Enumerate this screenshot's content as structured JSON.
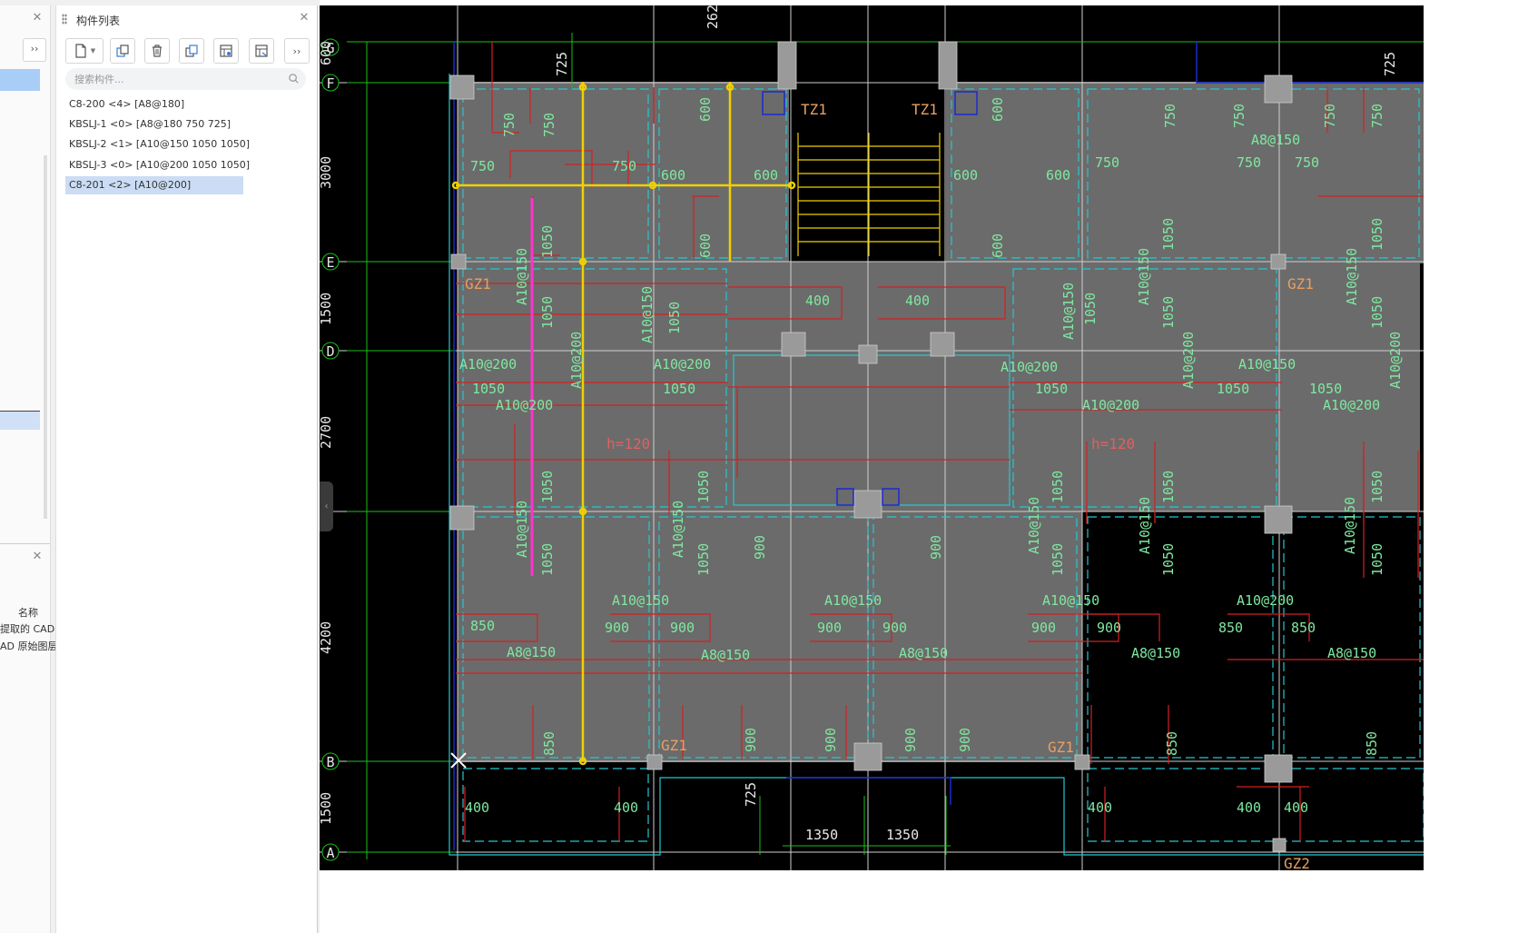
{
  "component_panel": {
    "title": "构件列表",
    "search_placeholder": "搜索构件...",
    "more_label": "››",
    "items": [
      {
        "label": "C8-200 <4> [A8@180]"
      },
      {
        "label": "KBSLJ-1 <0> [A8@180 750 725]"
      },
      {
        "label": "KBSLJ-2 <1> [A10@150 1050 1050]"
      },
      {
        "label": "KBSLJ-3 <0> [A10@200 1050 1050]"
      },
      {
        "label": "C8-201 <2> [A10@200]"
      }
    ]
  },
  "left_panel": {
    "more_label": "››",
    "col_header": "名称",
    "rows": [
      "提取的 CAD",
      "AD 原始图层"
    ]
  },
  "drawing": {
    "axis_labels": [
      "G",
      "F",
      "E",
      "D",
      "B",
      "A"
    ],
    "dims_vertical": [
      "600",
      "3000",
      "1500",
      "2700",
      "4200",
      "1500"
    ],
    "dim_texts": [
      "262",
      "725",
      "725",
      "725",
      "1350",
      "1350"
    ],
    "rebar_labels": [
      "A10@150",
      "A10@200",
      "A8@150",
      "A10@150",
      "A10@200",
      "A8@150",
      "A10@150",
      "A10@200",
      "A8@150"
    ],
    "length_labels": [
      "750",
      "600",
      "1050",
      "400",
      "900",
      "850"
    ],
    "thickness_labels": [
      "h=120",
      "h=120"
    ],
    "column_labels": [
      "GZ1",
      "GZ1",
      "GZ1",
      "GZ1",
      "TZ1",
      "TZ1",
      "GZ2"
    ]
  },
  "colors": {
    "canvas": "#000000",
    "slab": "#6b6b6b",
    "selected_item": "#cbdcf4",
    "rebar_red": "#d42020",
    "text_green": "#7fe8a0",
    "highlight_yellow": "#f0d000",
    "magenta": "#ff33cc"
  }
}
